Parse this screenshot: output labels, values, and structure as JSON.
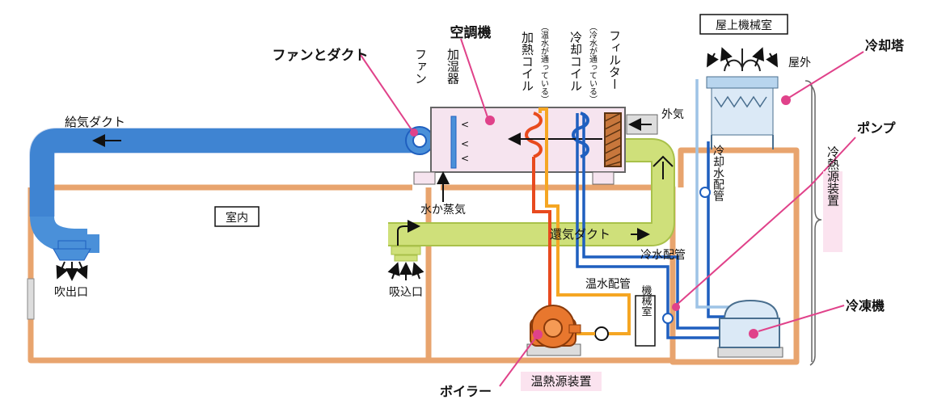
{
  "labels": {
    "ac_unit": "空調機",
    "fan_duct": "ファンとダクト",
    "supply_duct": "給気ダクト",
    "fan": "ファン",
    "humidifier": "加湿器",
    "heating_coil": "加熱コイル",
    "heating_coil_note": "（温水が通っている）",
    "cooling_coil": "冷却コイル",
    "cooling_coil_note": "（冷水が通っている）",
    "filter": "フィルター",
    "outside_air": "外気",
    "roof_machine_room": "屋上機械室",
    "outdoor": "屋外",
    "cooling_tower": "冷却塔",
    "pump": "ポンプ",
    "cooling_water_pipe": "冷却水配管",
    "heat_source_cold": "冷熱源装置",
    "room": "室内",
    "water_vapor": "水か蒸気",
    "return_duct": "還気ダクト",
    "chilled_water_pipe": "冷水配管",
    "hot_water_pipe": "温水配管",
    "machine_room": "機械室",
    "chiller": "冷凍機",
    "outlet": "吹出口",
    "inlet": "吸込口",
    "boiler": "ボイラー",
    "heat_source_hot": "温熱源装置"
  },
  "colors": {
    "building": "#e8a46e",
    "supply_duct": "#4a90d9",
    "return_duct": "#cfe07a",
    "ac_unit_fill": "#f6e4ef",
    "hot_pipe": "#e84a1e",
    "warm_pipe": "#f5a623",
    "cold_pipe": "#1f5fbf",
    "cooling_pipe": "#9ec3e6",
    "boiler": "#e8772e",
    "callout": "#e0428a",
    "heat_source_bg": "#fbe3ef"
  }
}
